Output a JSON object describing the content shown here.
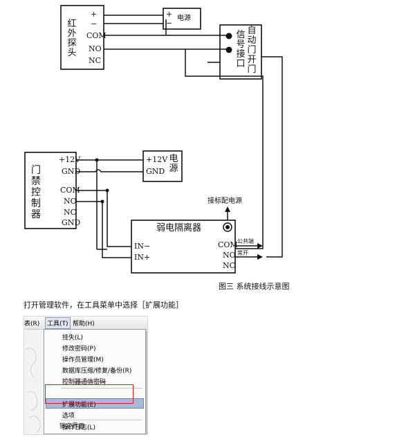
{
  "diagram": {
    "ir_probe": {
      "name": "红外探头",
      "terminals": [
        "+",
        "−",
        "COM",
        "NO",
        "NC"
      ]
    },
    "power_small": {
      "terminals": [
        "+",
        "−"
      ],
      "label": "电源"
    },
    "door_signal": {
      "col1": "信号接口",
      "col2": "自动门开门"
    },
    "access_controller": {
      "name": "门禁控制器",
      "terminals": [
        "+12V",
        "GND",
        "COM",
        "NO",
        "NC",
        "GND"
      ]
    },
    "power_12v": {
      "terminals": [
        "+12V",
        "GND"
      ],
      "label": "电源"
    },
    "isolator": {
      "name": "弱电隔离器",
      "inputs": [
        "IN−",
        "IN+"
      ],
      "outputs": [
        "COM",
        "NO",
        "NC"
      ],
      "power_label": "接标配电源",
      "com_label": "公共端",
      "no_label": "常开"
    },
    "caption": "图三  系统接线示意图"
  },
  "instruction": "打开管理软件，在工具菜单中选择［扩展功能］",
  "menu_screenshot": {
    "menubar": [
      "表(R)",
      "工具(T)",
      "帮助(H)"
    ],
    "items": [
      "挂失(L)",
      "修改密码(P)",
      "操作员管理(M)",
      "数据库压缩/修复/备份(R)",
      "控制器通信密码",
      "扩展功能(E)",
      "选项",
      "操作日志(L)",
      "锁定界面"
    ],
    "highlighted": "扩展功能(E)",
    "accent_colors": {
      "highlight": "#a8b9d8",
      "annotation_box": "#dd2222"
    }
  }
}
